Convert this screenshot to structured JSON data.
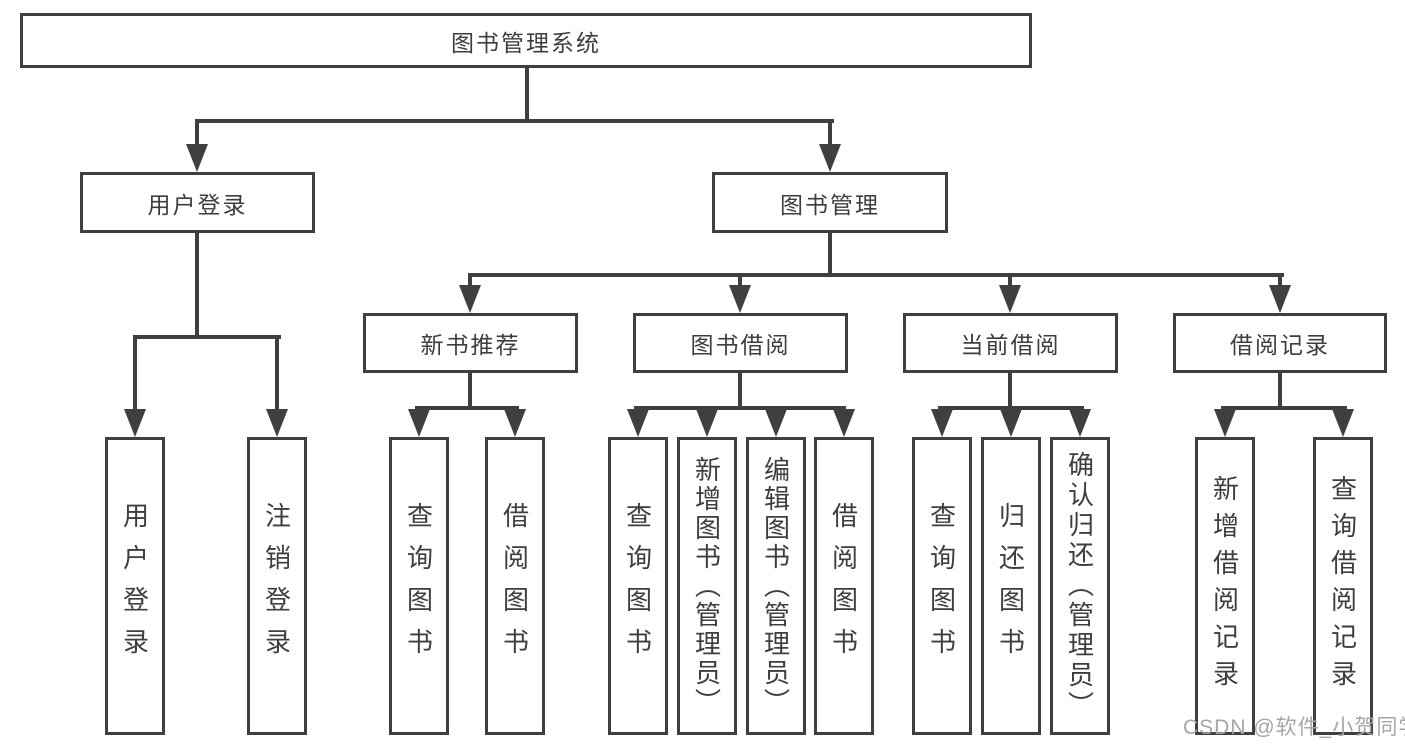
{
  "title": "图书管理系统",
  "branches": {
    "login": {
      "label": "用户登录",
      "children": [
        "用户登录",
        "注销登录"
      ]
    },
    "management": {
      "label": "图书管理",
      "sections": {
        "new_books": {
          "label": "新书推荐",
          "children": [
            "查询图书",
            "借阅图书"
          ]
        },
        "borrowing": {
          "label": "图书借阅",
          "children": [
            "查询图书",
            "新增图书（管理员）",
            "编辑图书（管理员）",
            "借阅图书"
          ]
        },
        "current": {
          "label": "当前借阅",
          "children": [
            "查询图书",
            "归还图书",
            "确认归还（管理员）"
          ]
        },
        "records": {
          "label": "借阅记录",
          "children": [
            "新增借阅记录",
            "查询借阅记录"
          ]
        }
      }
    }
  },
  "watermark": "CSDN @软件_小贺同学",
  "colors": {
    "line": "#3f3f3f",
    "text": "#3d3d42",
    "watermark": "#a6a6a6",
    "background": "#ffffff"
  }
}
